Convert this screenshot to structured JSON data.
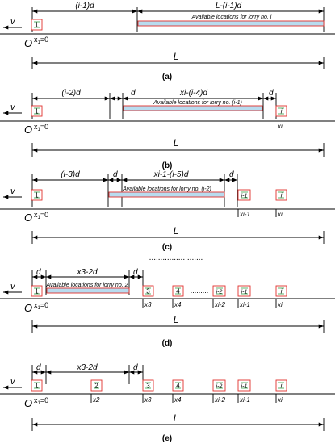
{
  "panels": [
    {
      "id": "a",
      "caption": "(a)",
      "v": "v",
      "origin": "O",
      "x1": "x",
      "x1_sub": "1",
      "x1_eq": "=0",
      "L": "L",
      "dims": [
        "(i-1)d",
        "L-(i-1)d"
      ],
      "bar_label": "Available locations for lorry no. i",
      "lorries": [
        {
          "label": "1"
        }
      ],
      "xlabels": []
    },
    {
      "id": "b",
      "caption": "(b)",
      "v": "v",
      "origin": "O",
      "x1": "x",
      "x1_sub": "1",
      "x1_eq": "=0",
      "L": "L",
      "dims": [
        "(i-2)d",
        "d",
        "xi-(i-4)d",
        "d"
      ],
      "bar_label": "Available locations for lorry no. (i-1)",
      "lorries": [
        {
          "label": "1"
        },
        {
          "label": "i"
        }
      ],
      "xlabels": [
        "xi"
      ]
    },
    {
      "id": "c",
      "caption": "(c)",
      "v": "v",
      "origin": "O",
      "x1": "x",
      "x1_sub": "1",
      "x1_eq": "=0",
      "L": "L",
      "dims": [
        "(i-3)d",
        "d",
        "xi-1-(i-5)d",
        "d"
      ],
      "bar_label": "Available locations for lorry no. (i-2)",
      "lorries": [
        {
          "label": "1"
        },
        {
          "label": "i-1"
        },
        {
          "label": "i"
        }
      ],
      "xlabels": [
        "xi-1",
        "xi"
      ]
    },
    {
      "id": "d",
      "caption": "(d)",
      "v": "v",
      "origin": "O",
      "x1": "x",
      "x1_sub": "1",
      "x1_eq": "=0",
      "L": "L",
      "dims": [
        "d",
        "x3-2d",
        "d"
      ],
      "bar_label": "Available locations for lorry no. 2",
      "lorries": [
        {
          "label": "1"
        },
        {
          "label": "3"
        },
        {
          "label": "4"
        },
        {
          "label": "i-2"
        },
        {
          "label": "i-1"
        },
        {
          "label": "i"
        }
      ],
      "xlabels": [
        "x3",
        "x4",
        "xi-2",
        "xi-1",
        "xi"
      ]
    },
    {
      "id": "e",
      "caption": "(e)",
      "v": "v",
      "origin": "O",
      "x1": "x",
      "x1_sub": "1",
      "x1_eq": "=0",
      "L": "L",
      "dims": [
        "d",
        "x3-2d",
        "d"
      ],
      "bar_label": "",
      "lorries": [
        {
          "label": "1"
        },
        {
          "label": "2"
        },
        {
          "label": "3"
        },
        {
          "label": "4"
        },
        {
          "label": "i-2"
        },
        {
          "label": "i-1"
        },
        {
          "label": "i"
        }
      ],
      "xlabels": [
        "x2",
        "x3",
        "x4",
        "xi-2",
        "xi-1",
        "xi"
      ]
    }
  ],
  "ellipsis": "........................",
  "gap_dots": "........."
}
